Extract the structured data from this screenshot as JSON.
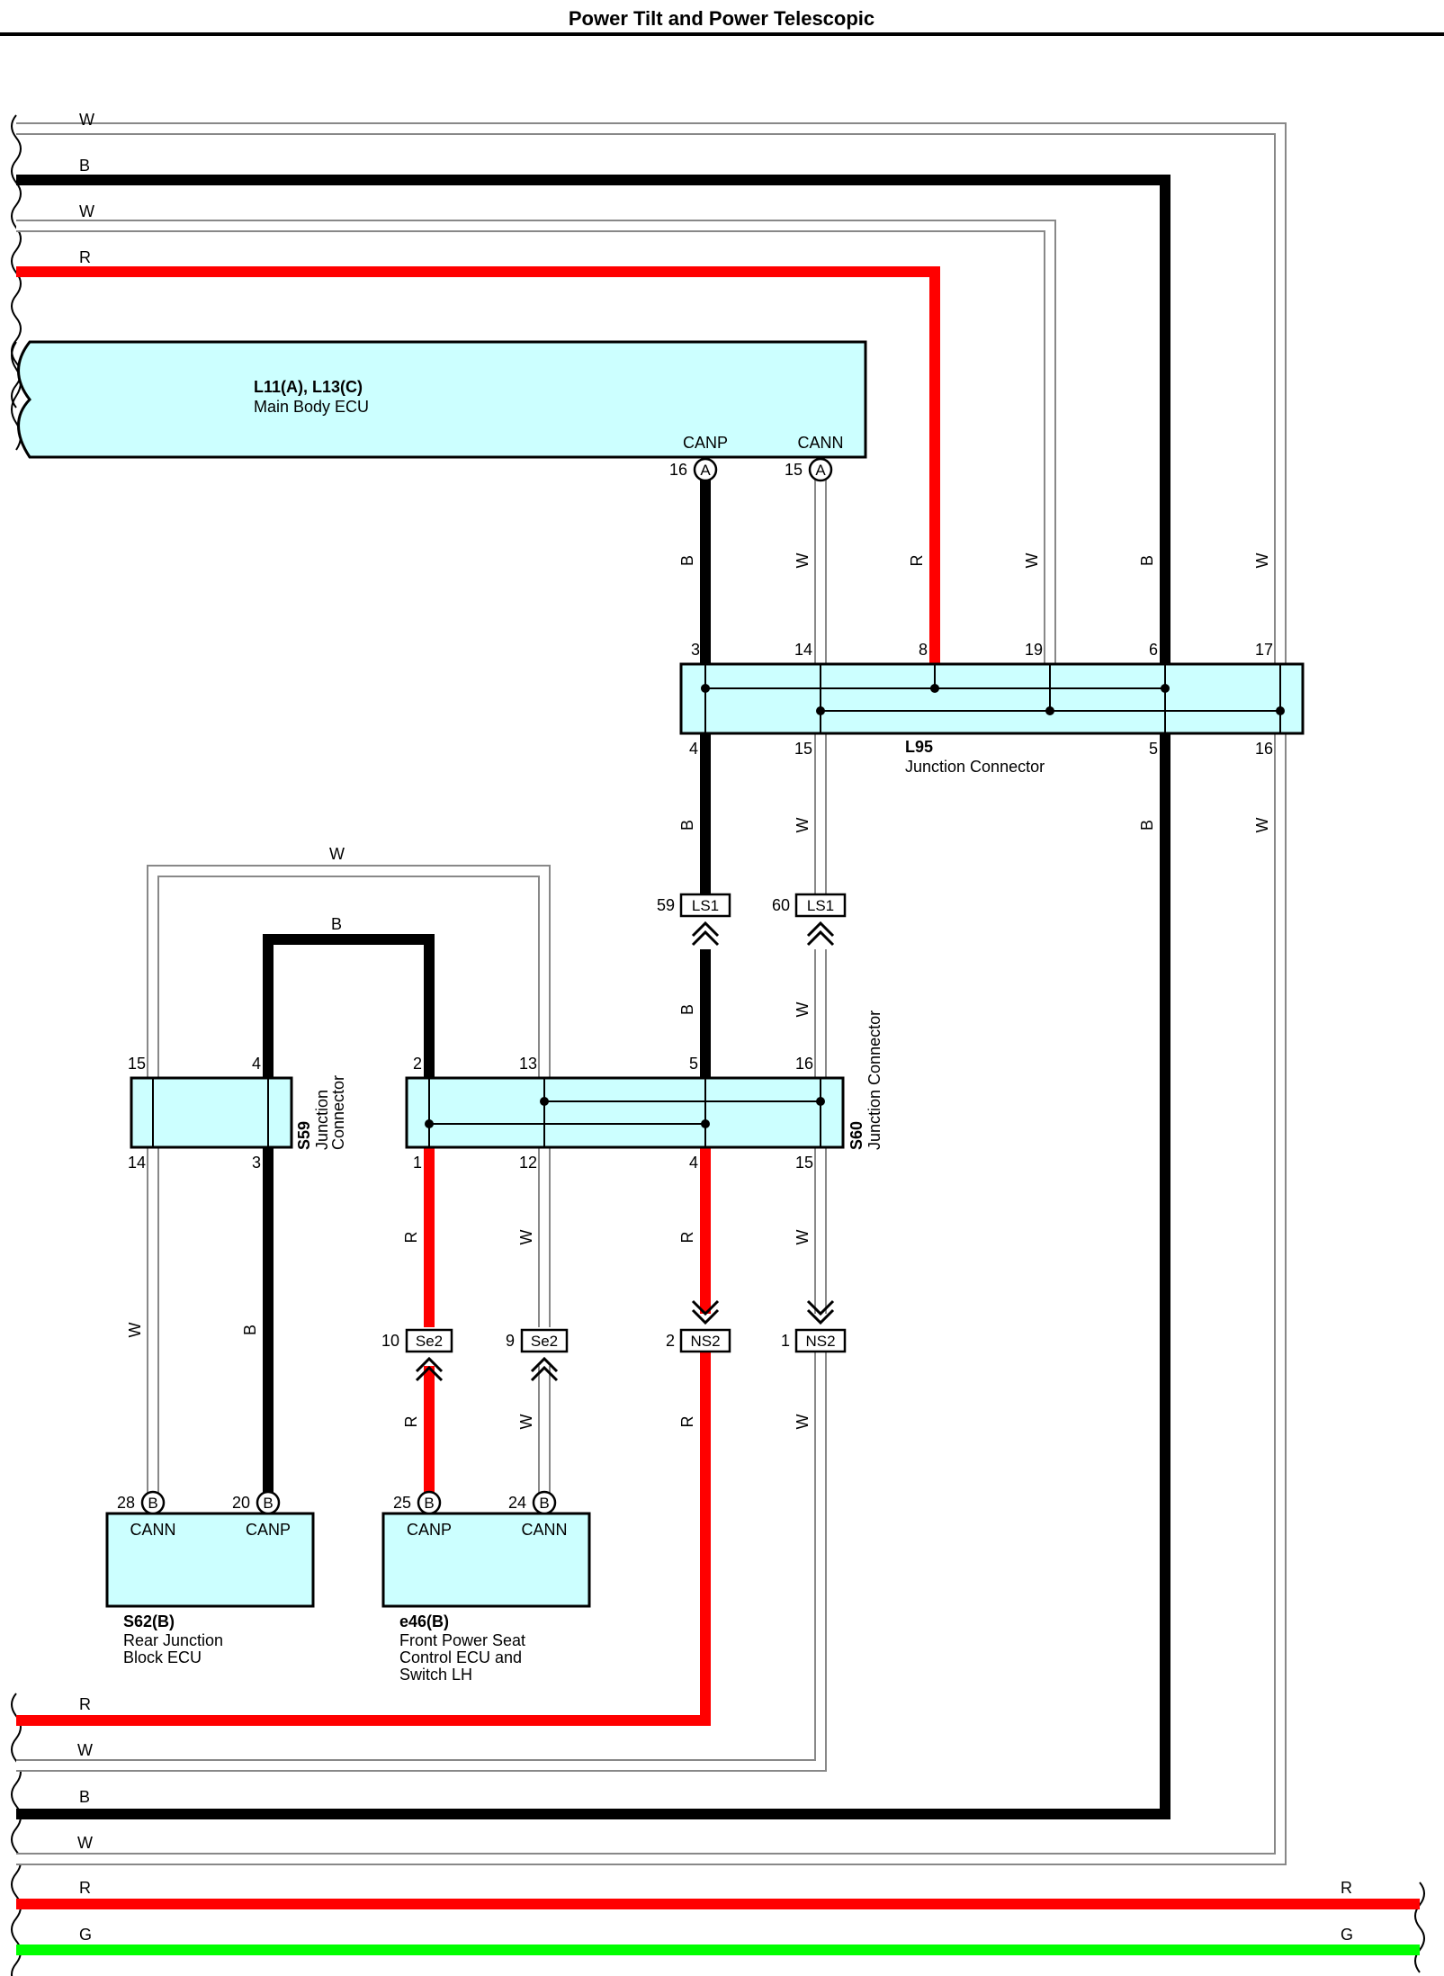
{
  "title": "Power Tilt and Power Telescopic",
  "colors": {
    "box_fill": "#ccffff",
    "red": "#ff0000",
    "green": "#00ff00",
    "black": "#000000",
    "white_wire": "#ffffff",
    "wire_outline": "#888888"
  },
  "wire_colors": {
    "W": "W",
    "B": "B",
    "R": "R",
    "G": "G"
  },
  "components": {
    "main_body_ecu": {
      "code": "L11(A), L13(C)",
      "name": "Main Body ECU",
      "canp": "CANP",
      "cann": "CANN",
      "canp_pin": "16",
      "cann_pin": "15",
      "canp_conn": "A",
      "cann_conn": "A"
    },
    "l95": {
      "code": "L95",
      "name": "Junction Connector",
      "top_pins": [
        "3",
        "14",
        "8",
        "19",
        "6",
        "17"
      ],
      "bottom_pins": [
        "4",
        "15",
        "5",
        "16"
      ]
    },
    "s59": {
      "code": "S59",
      "name_line1": "Junction",
      "name_line2": "Connector",
      "top_pins": [
        "15",
        "4"
      ],
      "bottom_pins": [
        "14",
        "3"
      ]
    },
    "s60": {
      "code": "S60",
      "name": "Junction Connector",
      "top_pins": [
        "2",
        "13",
        "5",
        "16"
      ],
      "bottom_pins": [
        "1",
        "12",
        "4",
        "15"
      ]
    },
    "s62": {
      "code": "S62(B)",
      "name_line1": "Rear Junction",
      "name_line2": "Block ECU",
      "cann": "CANN",
      "canp": "CANP",
      "cann_pin": "28",
      "canp_pin": "20",
      "conn": "B"
    },
    "e46": {
      "code": "e46(B)",
      "name_line1": "Front Power Seat",
      "name_line2": "Control ECU and",
      "name_line3": "Switch LH",
      "canp": "CANP",
      "cann": "CANN",
      "canp_pin": "25",
      "cann_pin": "24",
      "conn": "B"
    }
  },
  "connectors": {
    "ls1_a": {
      "pin": "59",
      "label": "LS1"
    },
    "ls1_b": {
      "pin": "60",
      "label": "LS1"
    },
    "se2_a": {
      "pin": "10",
      "label": "Se2"
    },
    "se2_b": {
      "pin": "9",
      "label": "Se2"
    },
    "ns2_a": {
      "pin": "2",
      "label": "NS2"
    },
    "ns2_b": {
      "pin": "1",
      "label": "NS2"
    }
  }
}
